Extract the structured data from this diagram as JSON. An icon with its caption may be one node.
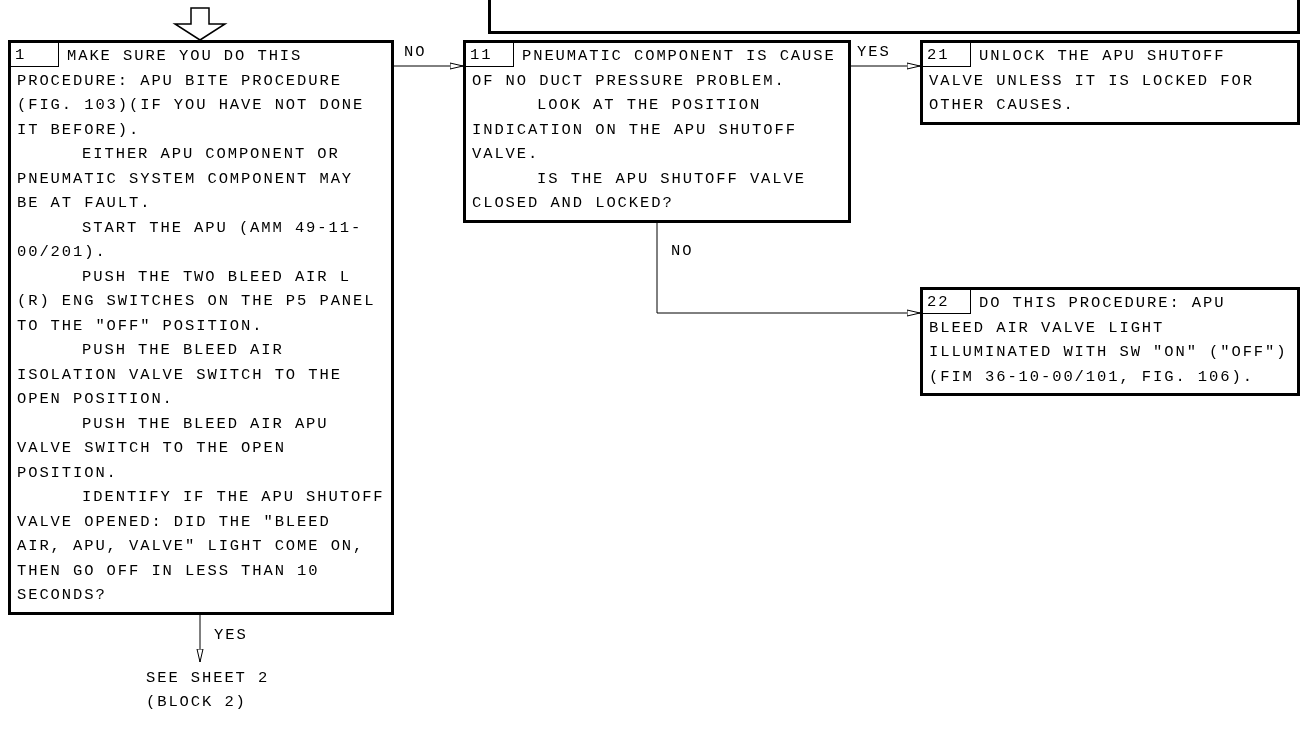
{
  "diagram": {
    "nodes": [
      {
        "text": [],
        "shape": "box"
      },
      {
        "text": [
          "1",
          "MAKE SURE YOU DO THIS PROCEDURE: APU BITE PROCEDURE (FIG. 103)(IF YOU HAVE NOT DONE IT BEFORE).",
          "EITHER APU COMPONENT OR PNEUMATIC SYSTEM COMPONENT MAY BE AT FAULT.",
          "START THE APU (AMM 49-11-00/201).",
          "PUSH THE TWO BLEED AIR L (R) ENG SWITCHES ON THE P5 PANEL TO THE \"OFF\" POSITION.",
          "PUSH THE BLEED AIR ISOLATION VALVE SWITCH TO THE OPEN POSITION.",
          "PUSH THE BLEED AIR APU VALVE SWITCH TO THE OPEN POSITION.",
          "IDENTIFY IF THE APU SHUTOFF VALVE OPENED: DID THE \"BLEED AIR, APU, VALVE\" LIGHT COME ON, THEN GO OFF IN LESS THAN 10 SECONDS?"
        ]
      },
      {
        "text": [
          "11",
          "PNEUMATIC COMPONENT IS CAUSE OF NO DUCT PRESSURE PROBLEM.",
          "LOOK AT THE POSITION INDICATION ON THE APU SHUTOFF VALVE.",
          "IS THE APU SHUTOFF VALVE CLOSED AND LOCKED?"
        ]
      },
      {
        "text": [
          "21",
          "UNLOCK THE APU SHUTOFF VALVE UNLESS IT IS LOCKED FOR OTHER CAUSES."
        ]
      },
      {
        "text": [
          "22",
          "DO THIS PROCEDURE: APU BLEED AIR VALVE LIGHT ILLUMINATED WITH SW \"ON\" (\"OFF\")(FIM 36-10-00/101, FIG. 106)."
        ]
      },
      {
        "text": [
          "SEE SHEET 2 (BLOCK 2)"
        ]
      }
    ],
    "edges": [
      {
        "from": null,
        "to": 1,
        "arrow": "to",
        "style": "thick"
      },
      {
        "from": 1,
        "to": 2,
        "arrow": "to",
        "label": "NO"
      },
      {
        "from": 2,
        "to": 3,
        "arrow": "to",
        "label": "YES"
      },
      {
        "from": 2,
        "to": 4,
        "arrow": "to",
        "label": "NO"
      },
      {
        "from": 1,
        "to": 5,
        "arrow": "to",
        "label": "YES"
      }
    ]
  }
}
